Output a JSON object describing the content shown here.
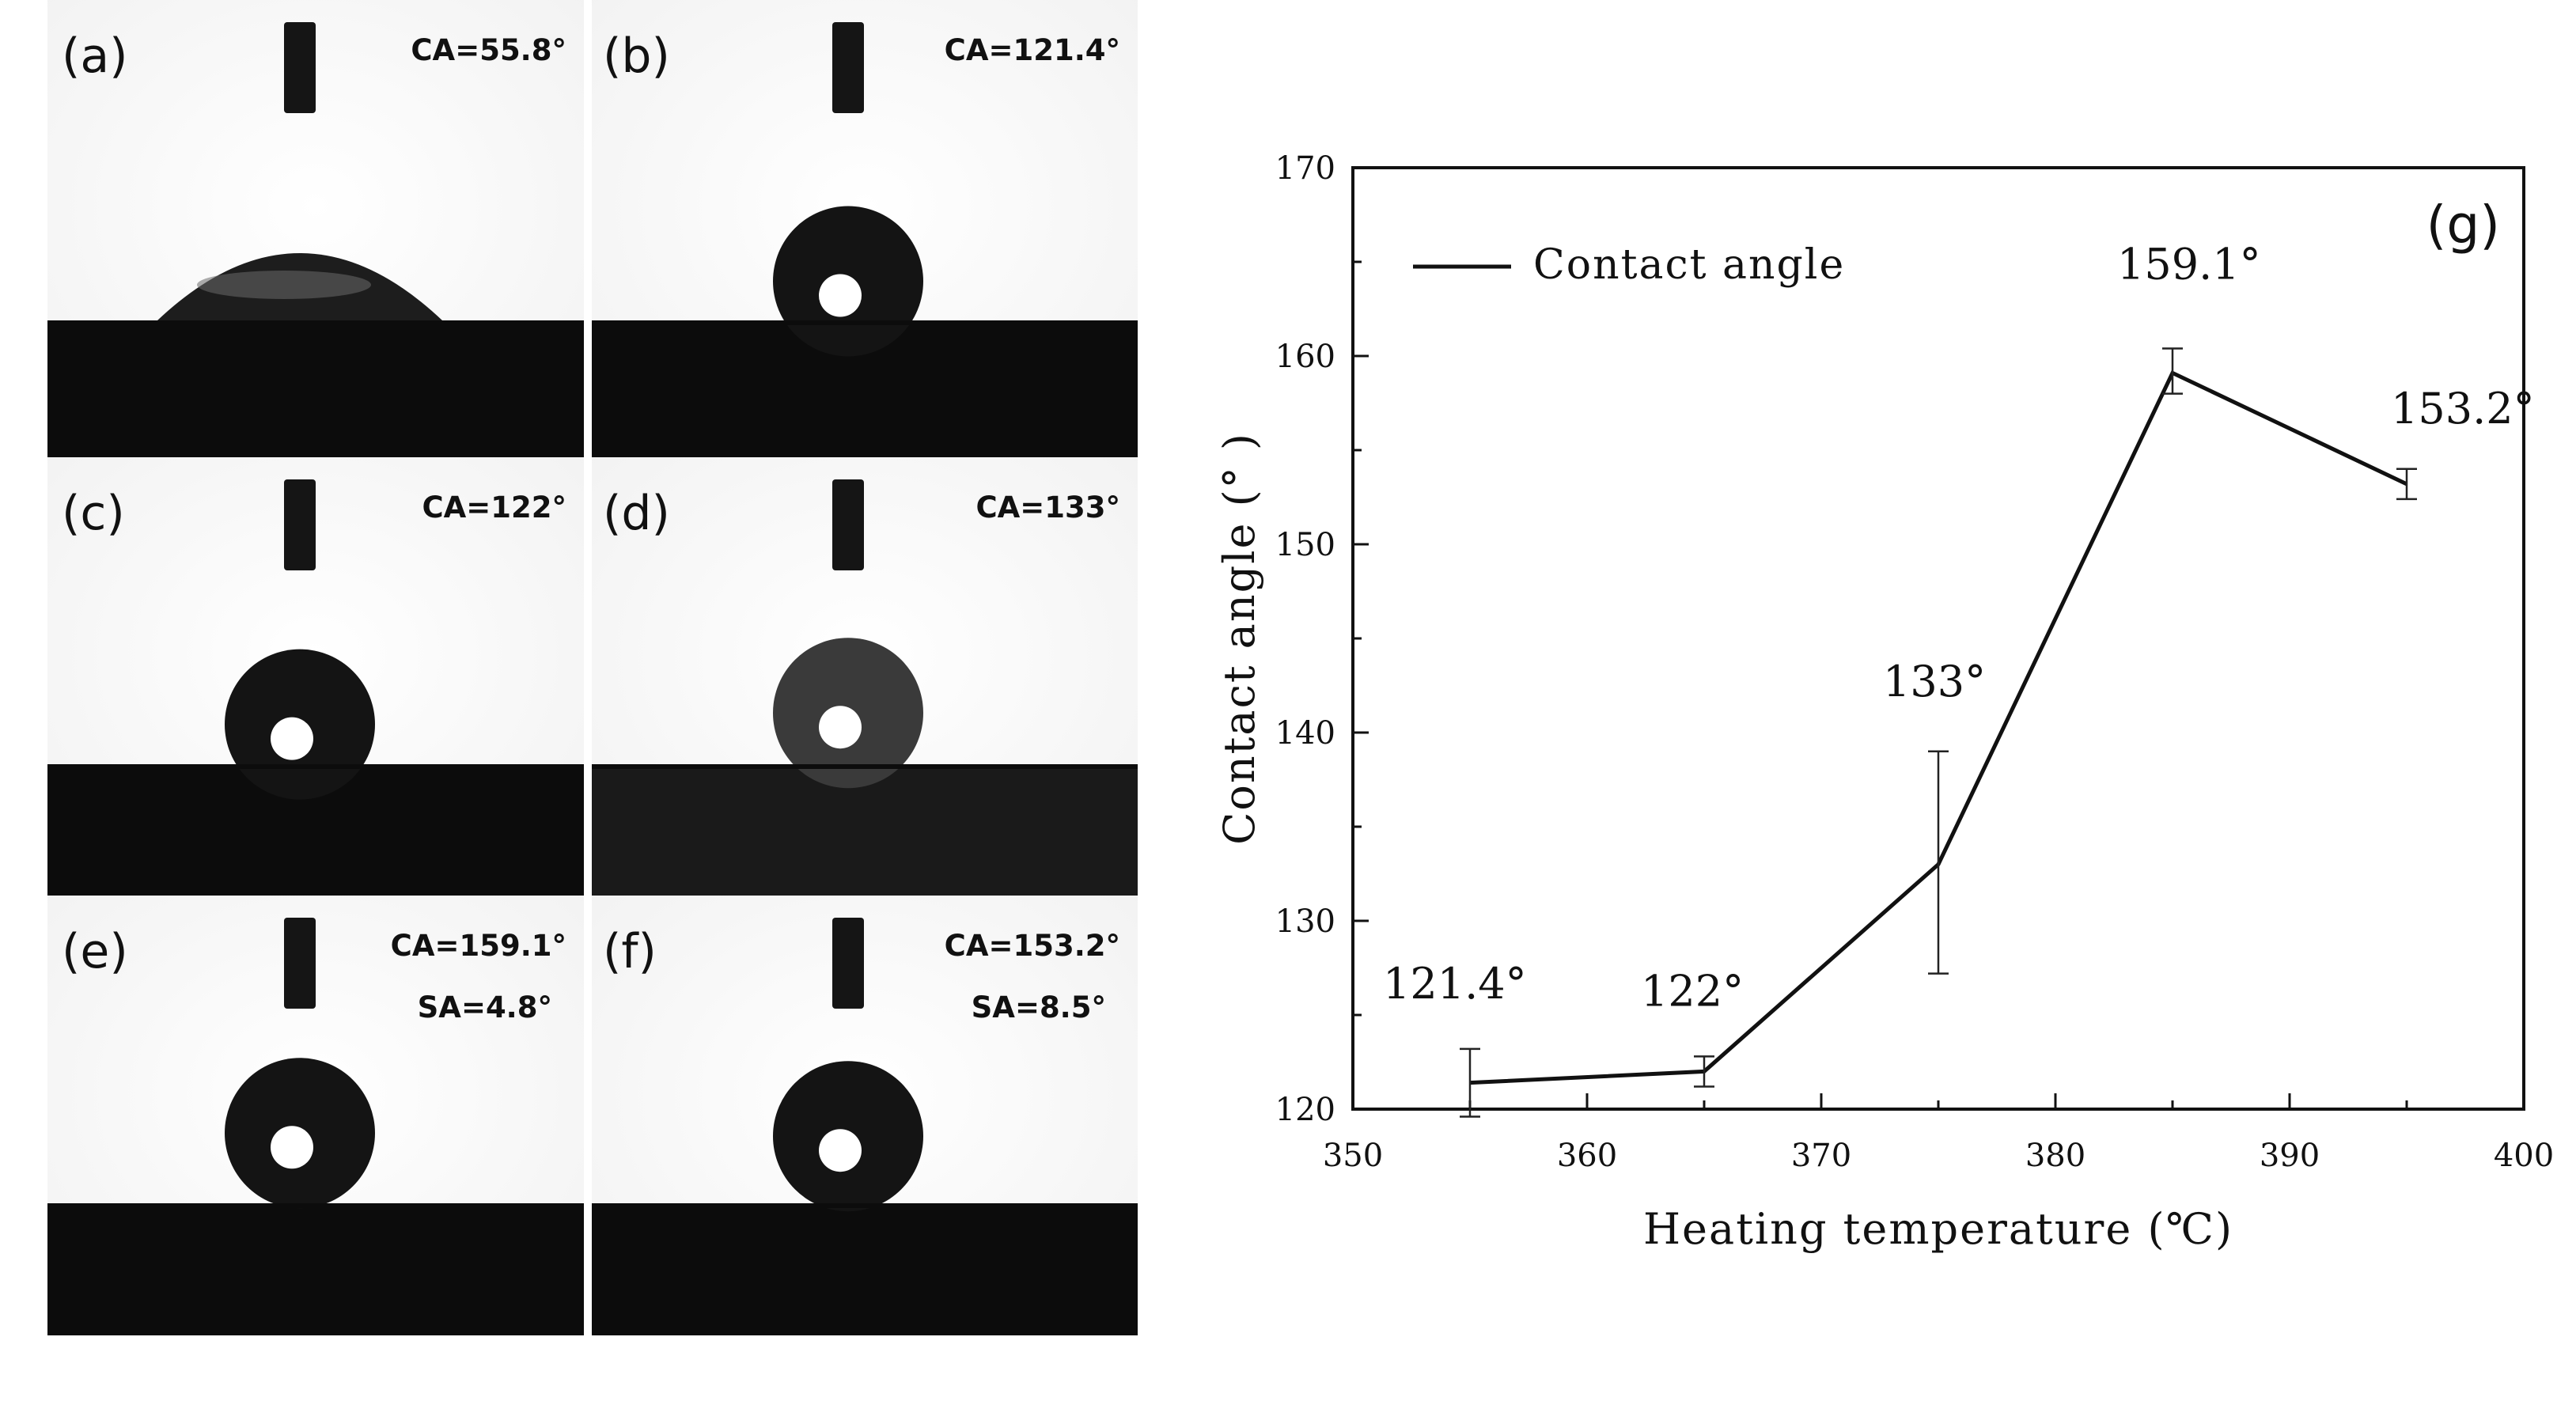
{
  "panels": [
    {
      "label": "(a)",
      "lines": [
        "CA=55.8°"
      ],
      "drop": "spread"
    },
    {
      "label": "(b)",
      "lines": [
        "CA=121.4°"
      ],
      "drop": "ball",
      "ca": 121.4
    },
    {
      "label": "(c)",
      "lines": [
        "CA=122°"
      ],
      "drop": "ball",
      "ca": 122
    },
    {
      "label": "(d)",
      "lines": [
        "CA=133°"
      ],
      "drop": "ball",
      "ca": 133
    },
    {
      "label": "(e)",
      "lines": [
        "CA=159.1°",
        "SA=4.8°"
      ],
      "drop": "ball",
      "ca": 159.1
    },
    {
      "label": "(f)",
      "lines": [
        "CA=153.2°",
        "SA=8.5°"
      ],
      "drop": "ball",
      "ca": 153.2
    }
  ],
  "chart_data": {
    "type": "line",
    "panel_label": "(g)",
    "legend": "Contact angle",
    "legend_position": "top-left",
    "xlabel": "Heating temperature (℃)",
    "ylabel": "Contact angle (° )",
    "xlim": [
      350,
      400
    ],
    "ylim": [
      120,
      170
    ],
    "xticks": [
      350,
      360,
      370,
      380,
      390,
      400
    ],
    "yticks": [
      120,
      130,
      140,
      150,
      160,
      170
    ],
    "series": [
      {
        "x": [
          355,
          365,
          375,
          385,
          395
        ],
        "y": [
          121.4,
          122,
          133,
          159.1,
          153.2
        ],
        "err_low": [
          119.6,
          121.2,
          127.2,
          158.0,
          152.4
        ],
        "err_high": [
          123.2,
          122.8,
          139.0,
          160.4,
          154.0
        ],
        "data_labels": [
          "121.4°",
          "122°",
          "133°",
          "159.1°",
          "153.2°"
        ]
      }
    ]
  }
}
